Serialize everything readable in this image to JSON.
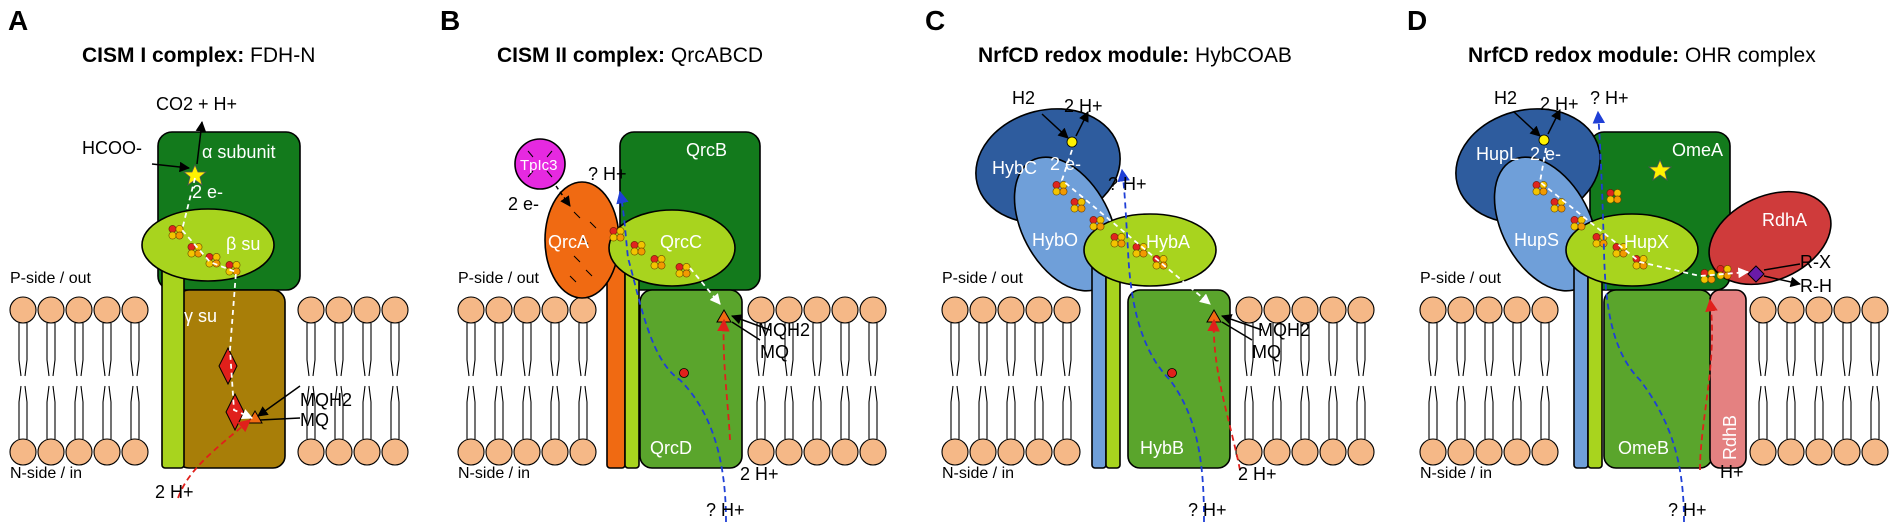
{
  "panels": [
    {
      "letter": "A",
      "title_bold": "CISM I complex:",
      "title_rest": "FDH-N",
      "labels": {
        "products": "CO2 + H+",
        "substrate": "HCOO-",
        "alpha": "α subunit",
        "electrons": "2 e-",
        "beta": "β su",
        "gamma": "γ su",
        "mqh2": "MQH2",
        "mq": "MQ",
        "protons_in": "2 H+"
      }
    },
    {
      "letter": "B",
      "title_bold": "CISM II complex:",
      "title_rest": "QrcABCD",
      "labels": {
        "tplc": "TpIc3",
        "electrons": "2 e-",
        "q_proton": "? H+",
        "qrcb": "QrcB",
        "qrca": "QrcA",
        "qrcc": "QrcC",
        "qrcd": "QrcD",
        "mqh2": "MQH2",
        "mq": "MQ",
        "protons_in": "2 H+",
        "q_proton_in": "? H+"
      }
    },
    {
      "letter": "C",
      "title_bold": "NrfCD redox module:",
      "title_rest": "HybCOAB",
      "labels": {
        "h2": "H2",
        "protons_out": "2 H+",
        "hybc": "HybC",
        "electrons": "2 e-",
        "q_proton": "? H+",
        "hybo": "HybO",
        "hyba": "HybA",
        "hybb": "HybB",
        "mqh2": "MQH2",
        "mq": "MQ",
        "protons_in": "2 H+",
        "q_proton_in": "? H+"
      }
    },
    {
      "letter": "D",
      "title_bold": "NrfCD redox module:",
      "title_rest": "OHR complex",
      "labels": {
        "h2": "H2",
        "protons_out": "2 H+",
        "q_proton": "? H+",
        "hupl": "HupL",
        "electrons": "2 e-",
        "omea": "OmeA",
        "hups": "HupS",
        "hupx": "HupX",
        "rdha": "RdhA",
        "rx": "R-X",
        "rh": "R-H",
        "omeb": "OmeB",
        "rdhb": "RdhB",
        "h_plus": "H+",
        "q_proton_in": "? H+"
      }
    }
  ],
  "membrane": {
    "p_side": "P-side / out",
    "n_side": "N-side / in"
  },
  "colors": {
    "dark_green": "#137a1c",
    "yellow_green": "#a8d41e",
    "olive": "#a87e08",
    "mid_green": "#5aa52c",
    "orange": "#f06a12",
    "magenta": "#e629e0",
    "dark_blue": "#2e5c9e",
    "light_blue": "#6f9fd9",
    "red": "#d13a3a",
    "pink": "#e48181",
    "lipid": "#f5b887"
  }
}
